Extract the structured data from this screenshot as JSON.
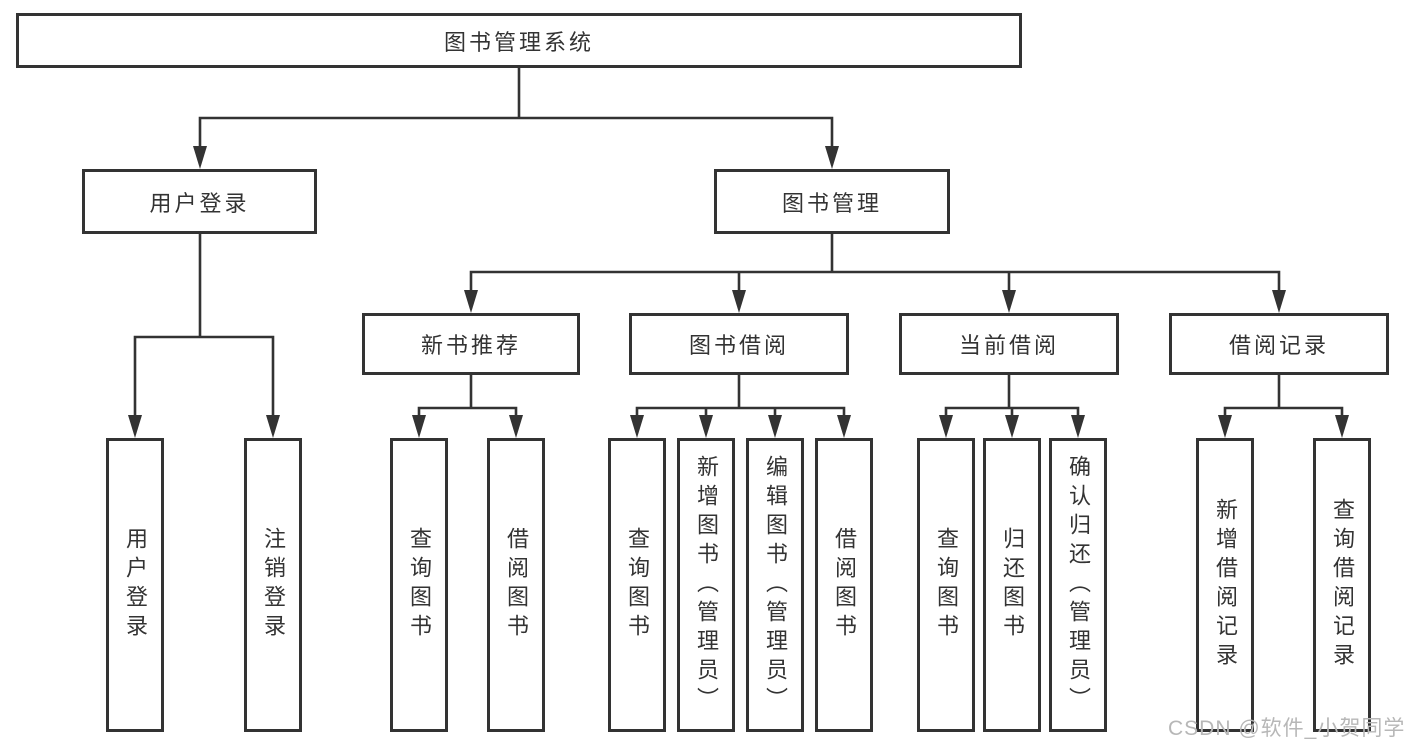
{
  "diagram": {
    "root": {
      "label": "图书管理系统"
    },
    "level2": [
      {
        "label": "用户登录"
      },
      {
        "label": "图书管理"
      }
    ],
    "level3": [
      {
        "label": "新书推荐"
      },
      {
        "label": "图书借阅"
      },
      {
        "label": "当前借阅"
      },
      {
        "label": "借阅记录"
      }
    ],
    "leaves": {
      "user_login": [
        "用户登录",
        "注销登录"
      ],
      "new_books": [
        "查询图书",
        "借阅图书"
      ],
      "book_borrow": [
        "查询图书",
        "新增图书（管理员）",
        "编辑图书（管理员）",
        "借阅图书"
      ],
      "current_borrow": [
        "查询图书",
        "归还图书",
        "确认归还（管理员）"
      ],
      "borrow_records": [
        "新增借阅记录",
        "查询借阅记录"
      ]
    }
  },
  "watermark": {
    "text": "CSDN @软件_小贺同学"
  },
  "colors": {
    "line": "#333333",
    "text": "#333333",
    "background": "#ffffff",
    "watermark": "#b7b7b7"
  }
}
